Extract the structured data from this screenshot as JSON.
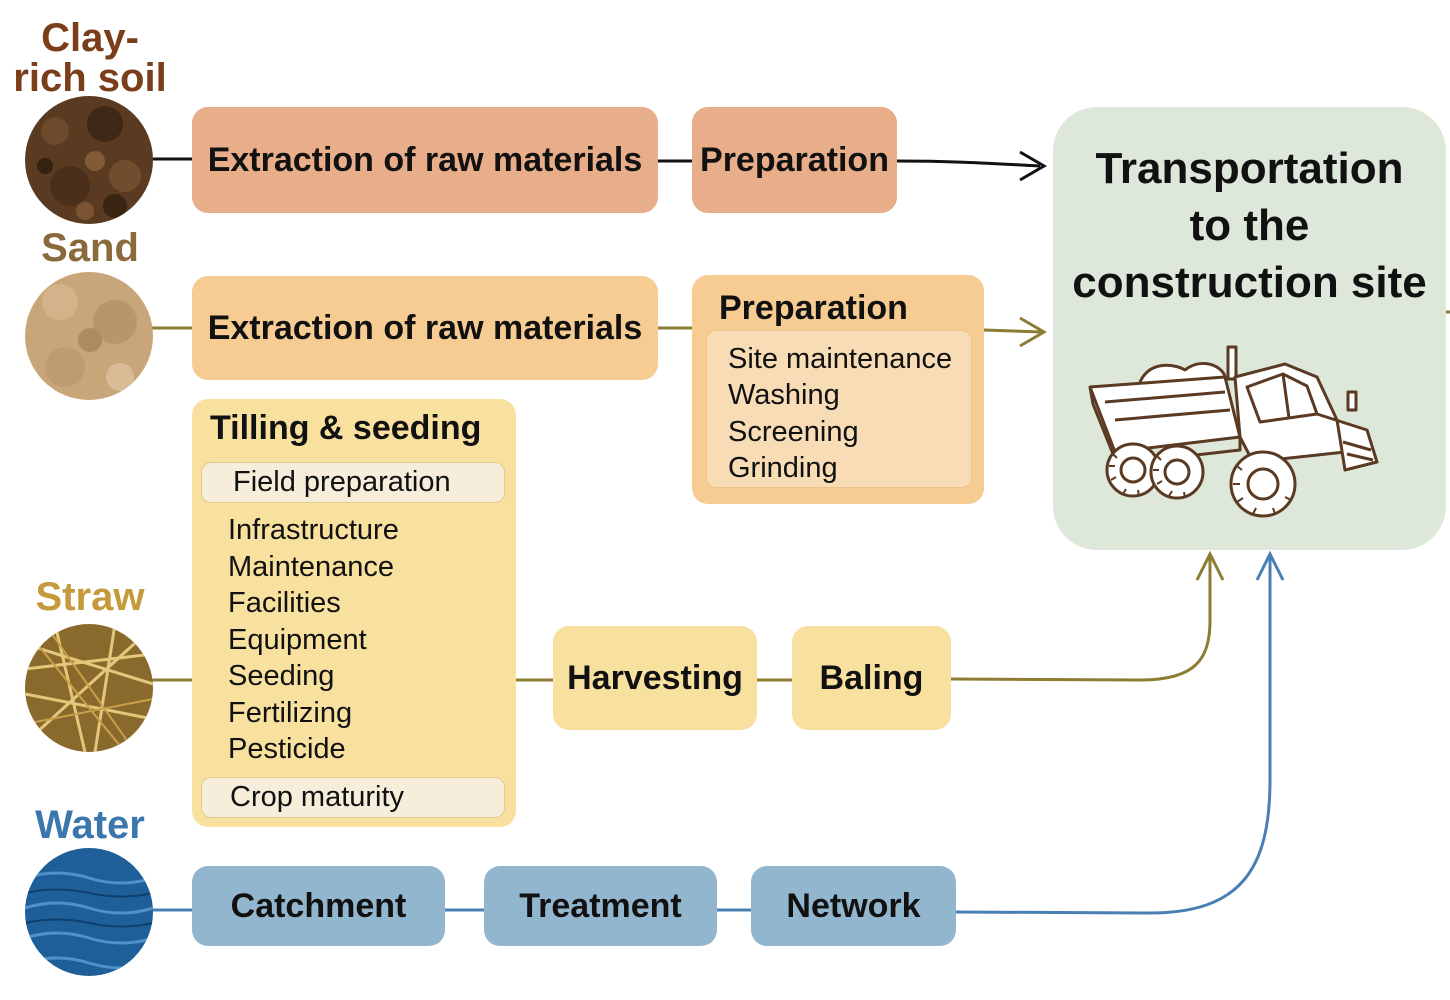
{
  "sources": {
    "clay": {
      "label": "Clay-rich soil",
      "color": "#7a3e1a"
    },
    "sand": {
      "label": "Sand",
      "color": "#8a6a3a"
    },
    "straw": {
      "label": "Straw",
      "color": "#c59a3c"
    },
    "water": {
      "label": "Water",
      "color": "#3b76ad"
    }
  },
  "clay_row": {
    "extraction": "Extraction of raw materials",
    "preparation": "Preparation"
  },
  "sand_row": {
    "extraction": "Extraction of raw materials",
    "preparation": {
      "title": "Preparation",
      "items": [
        "Site maintenance",
        "Washing",
        "Screening",
        "Grinding"
      ]
    }
  },
  "straw_row": {
    "tilling": {
      "title": "Tilling & seeding",
      "start": "Field preparation",
      "items": [
        "Infrastructure",
        "Maintenance",
        "Facilities",
        "Equipment",
        "Seeding",
        "Fertilizing",
        "Pesticide"
      ],
      "end": "Crop maturity"
    },
    "harvesting": "Harvesting",
    "baling": "Baling"
  },
  "water_row": {
    "catchment": "Catchment",
    "treatment": "Treatment",
    "network": "Network"
  },
  "destination": {
    "title": "Transportation\nto the\nconstruction site",
    "icon": "dump-truck-icon"
  },
  "colors": {
    "clay_box": "#e8ad89",
    "sand_box": "#f6cc93",
    "straw_box": "#f8e09f",
    "water_box": "#93b6cf",
    "transport_bg": "#dde8da",
    "line_clay": "#111111",
    "line_sand": "#8c7d32",
    "line_water": "#4a7fb3"
  }
}
